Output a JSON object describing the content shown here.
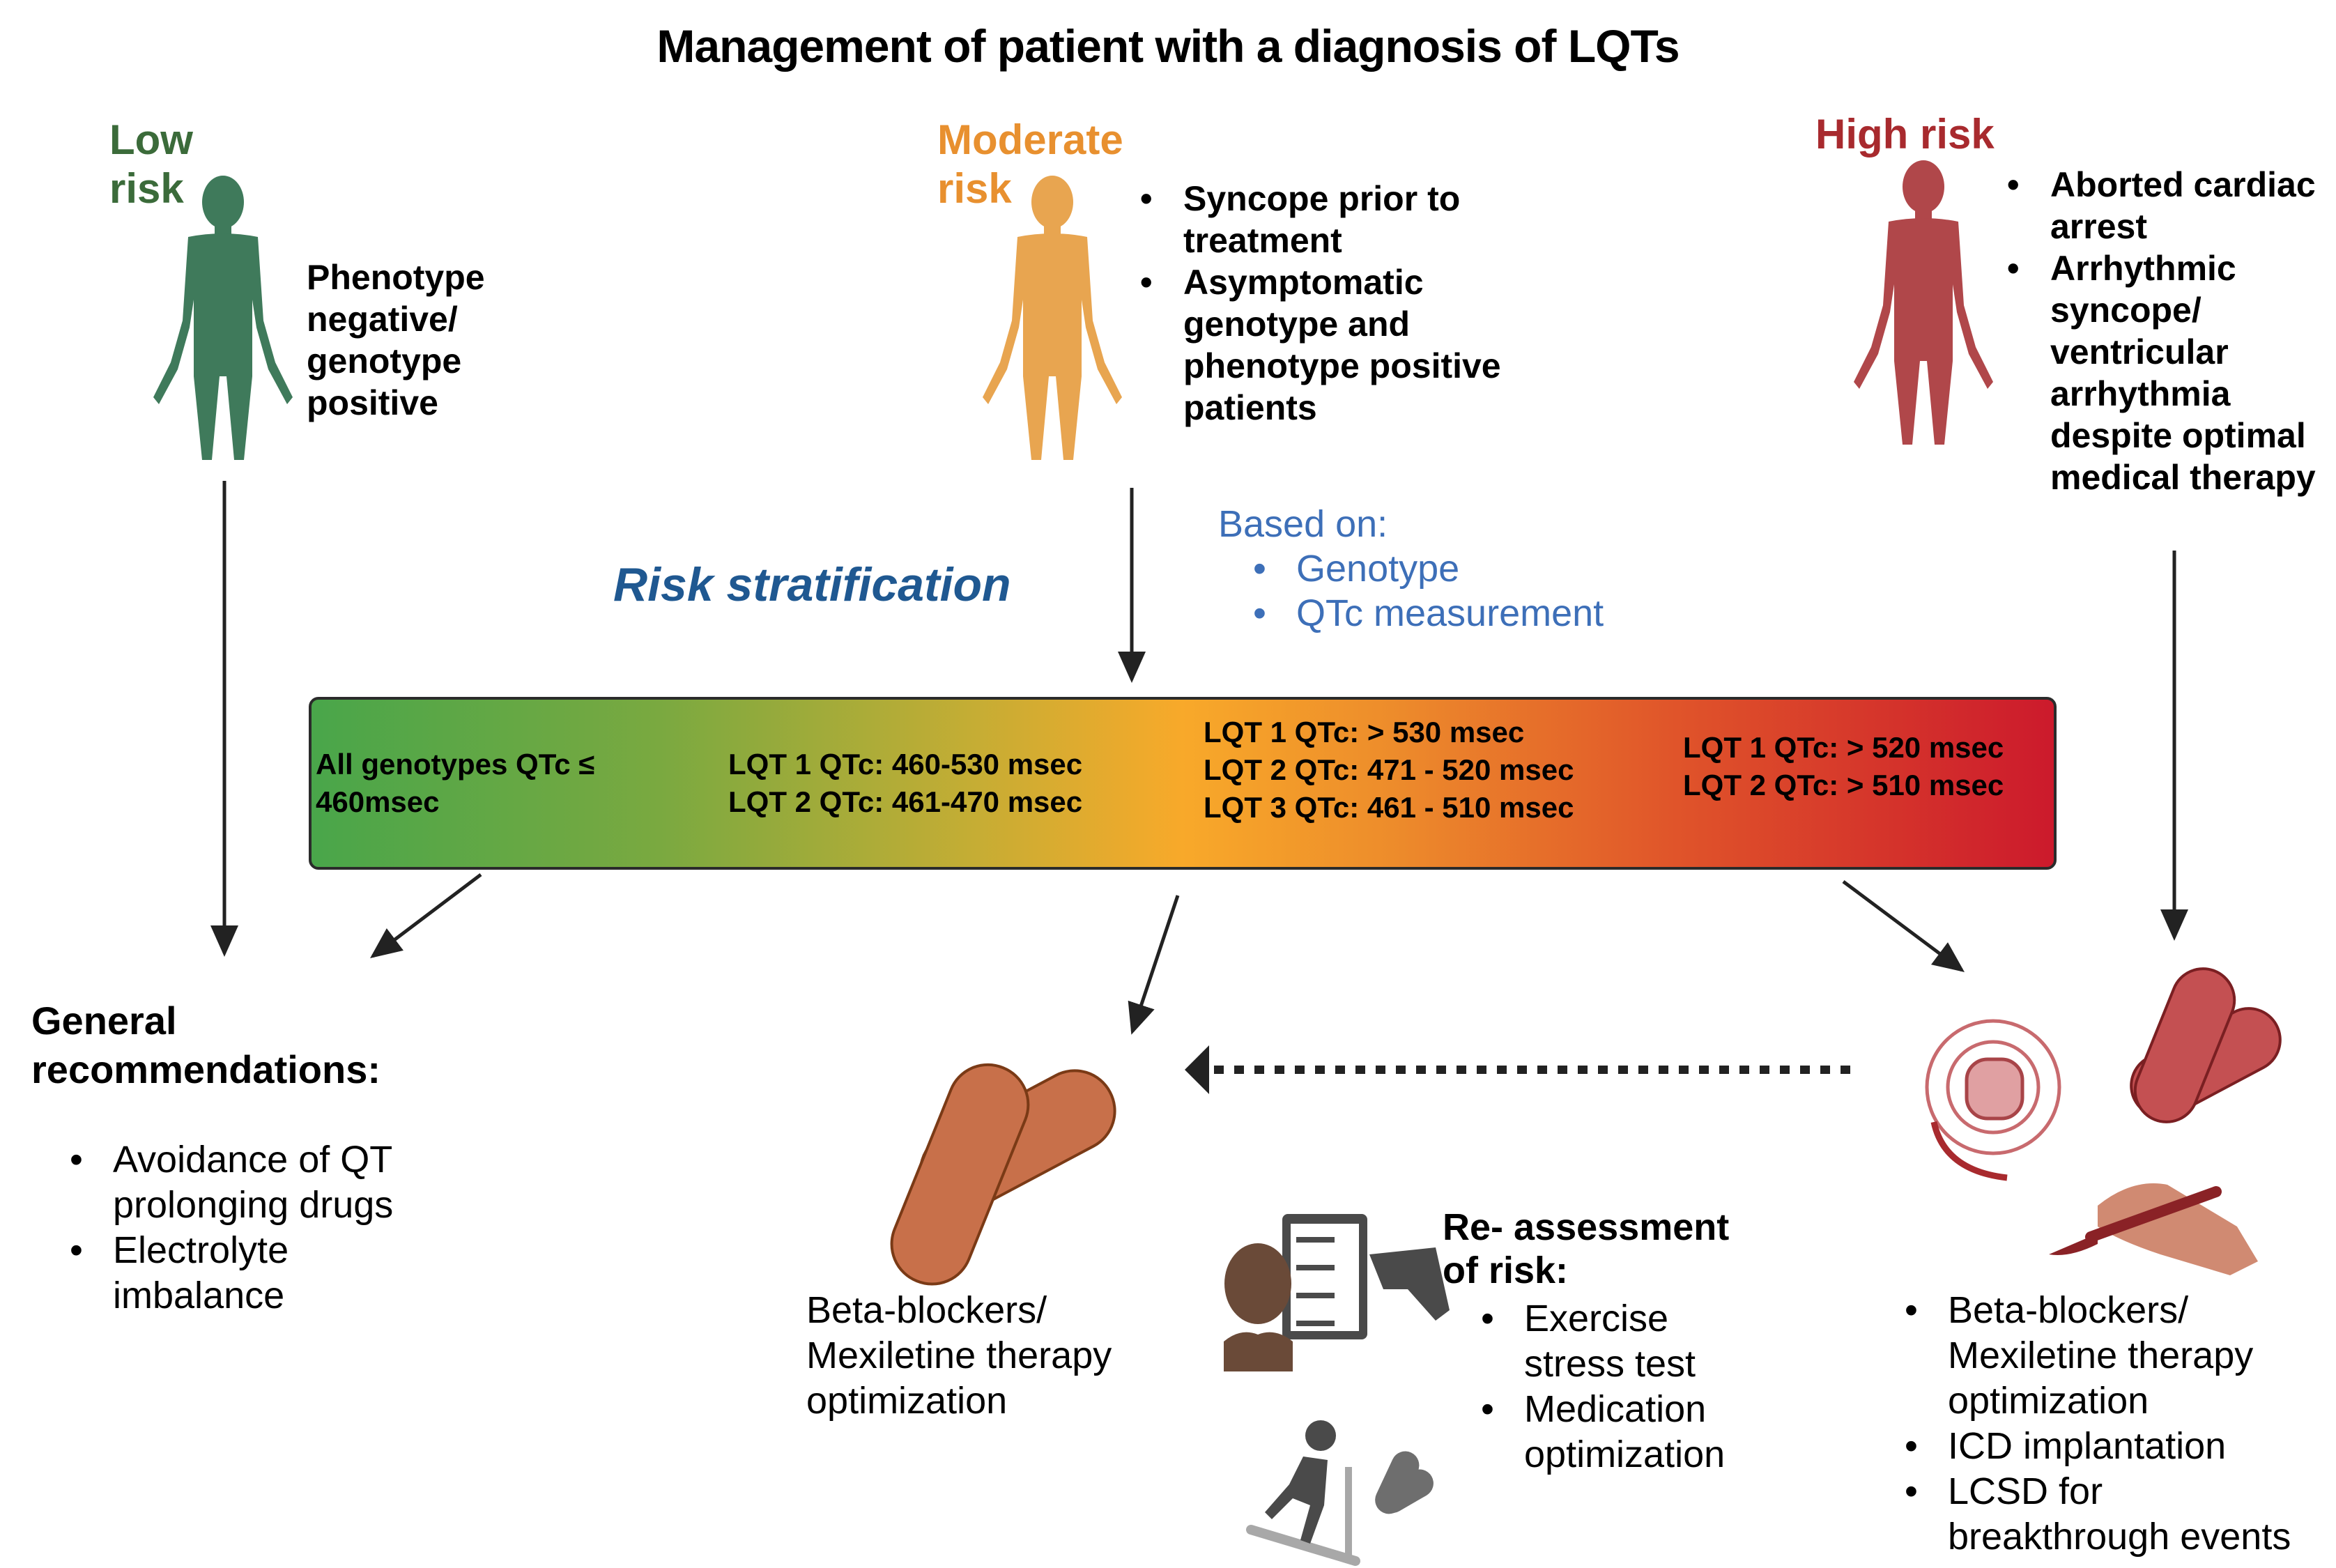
{
  "title": "Management of patient with a diagnosis of LQTs",
  "colors": {
    "low": "#3b6b3a",
    "moderate": "#e8902f",
    "high": "#a82a2e",
    "risk_stratification": "#1f5891",
    "based_on": "#3d6fb8"
  },
  "low_risk": {
    "label_line1": "Low",
    "label_line2": "risk",
    "description": [
      "Phenotype",
      "negative/",
      "genotype",
      "positive"
    ]
  },
  "moderate_risk": {
    "label_line1": "Moderate",
    "label_line2": "risk",
    "criteria": [
      "Syncope prior to treatment",
      "Asymptomatic genotype and phenotype positive patients"
    ]
  },
  "high_risk": {
    "label": "High risk",
    "criteria": [
      "Aborted cardiac arrest",
      "Arrhythmic syncope/ ventricular arrhythmia despite optimal medical therapy"
    ]
  },
  "risk_stratification": {
    "title": "Risk stratification",
    "based_on_label": "Based on:",
    "factors": [
      "Genotype",
      "QTc measurement"
    ]
  },
  "qtc_scale": {
    "segments": [
      {
        "lines": [
          "All genotypes QTc ≤",
          "460msec"
        ]
      },
      {
        "lines": [
          "LQT 1 QTc:  460-530 msec",
          "LQT 2 QTc: 461-470 msec"
        ]
      },
      {
        "lines": [
          "LQT 1 QTc:  > 530 msec",
          "LQT 2 QTc: 471 - 520 msec",
          "LQT 3 QTc: 461 - 510 msec"
        ]
      },
      {
        "lines": [
          "LQT 1 QTc:  > 520 msec",
          "LQT 2 QTc:  > 510 msec"
        ]
      }
    ]
  },
  "general_recommendations": {
    "title_line1": "General",
    "title_line2": "recommendations:",
    "items": [
      "Avoidance of QT prolonging drugs",
      "Electrolyte imbalance"
    ]
  },
  "moderate_treatment": {
    "lines": [
      "Beta-blockers/",
      "Mexiletine therapy",
      "optimization"
    ]
  },
  "reassessment": {
    "title_line1": "Re- assessment",
    "title_line2": "of risk:",
    "items": [
      "Exercise stress test",
      "Medication optimization"
    ]
  },
  "high_treatment": {
    "items": [
      "Beta-blockers/ Mexiletine therapy optimization",
      "ICD implantation",
      "LCSD for breakthrough events"
    ]
  }
}
